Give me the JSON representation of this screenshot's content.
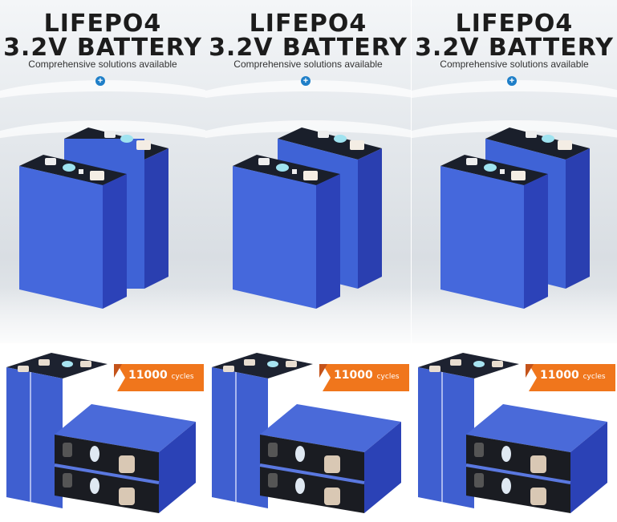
{
  "panels": [
    {
      "title_line1": "LIFEPO4",
      "title_line2": "3.2V BATTERY",
      "subtitle": "Comprehensive solutions available",
      "plus": "+"
    },
    {
      "title_line1": "LIFEPO4",
      "title_line2": "3.2V BATTERY",
      "subtitle": "Comprehensive solutions available",
      "plus": "+"
    },
    {
      "title_line1": "LIFEPO4",
      "title_line2": "3.2V BATTERY",
      "subtitle": "Comprehensive solutions available",
      "plus": "+"
    }
  ],
  "cycles_badges": [
    {
      "number": "11000",
      "unit": "cycles"
    },
    {
      "number": "11000",
      "unit": "cycles"
    },
    {
      "number": "11000",
      "unit": "cycles"
    }
  ],
  "colors": {
    "battery_blue": "#3f63d6",
    "battery_top": "#1a1f2b",
    "badge_orange": "#f0761c",
    "plus_blue": "#1f7fc8"
  }
}
